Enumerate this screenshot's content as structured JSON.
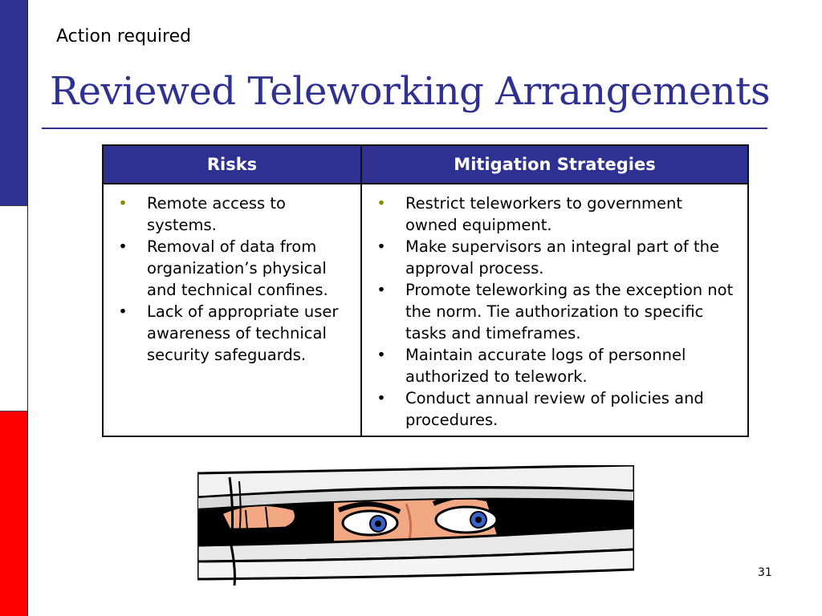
{
  "slide": {
    "kicker": "Action required",
    "title": "Reviewed Teleworking Arrangements",
    "page_number": "31"
  },
  "table": {
    "headers": [
      "Risks",
      "Mitigation Strategies"
    ],
    "risks": [
      "Remote access to systems.",
      "Removal of data from organization’s physical and technical confines.",
      "Lack of appropriate user awareness of technical security safeguards."
    ],
    "mitigations": [
      "Restrict teleworkers to government owned equipment.",
      "Make supervisors an integral part of the approval process.",
      "Promote teleworking as the exception not the norm.  Tie authorization to specific tasks and timeframes.",
      "Maintain accurate logs of personnel authorized to telework.",
      "Conduct annual review of policies and procedures."
    ]
  },
  "colors": {
    "accent_blue": "#2e3192",
    "flag_red": "#ff0000",
    "bullet_olive": "#8a8a00"
  },
  "image": {
    "subject": "eyes-peeking-through-blinds-clipart"
  }
}
